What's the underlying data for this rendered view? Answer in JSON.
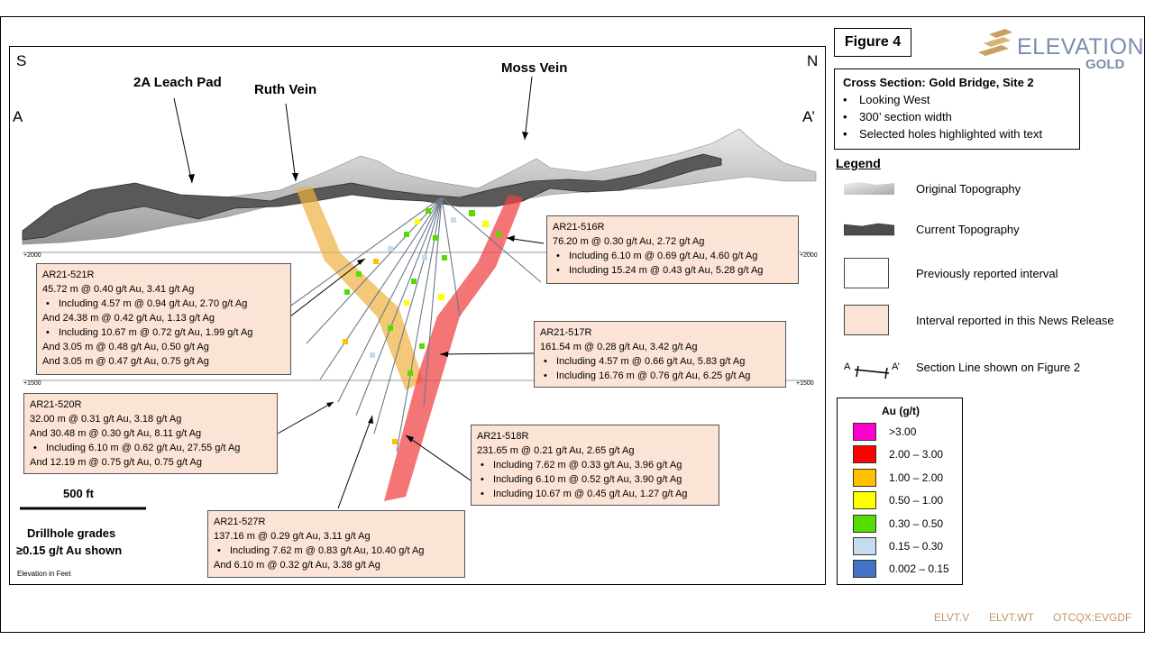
{
  "figure_label": "Figure 4",
  "brand": {
    "name": "ELEVATION",
    "sub": "GOLD"
  },
  "section_info": {
    "title": "Cross Section: Gold Bridge, Site 2",
    "bullets": [
      "Looking West",
      "300’ section width",
      "Selected holes highlighted with text"
    ]
  },
  "legend": {
    "title": "Legend",
    "items": [
      {
        "label": "Original Topography",
        "icon": "original-topography-swatch"
      },
      {
        "label": "Current Topography",
        "icon": "current-topography-swatch"
      },
      {
        "label": "Previously reported interval",
        "icon": "white-box-swatch"
      },
      {
        "label": "Interval reported in this News Release",
        "icon": "peach-box-swatch"
      },
      {
        "label": "Section Line shown on Figure 2",
        "icon": "section-line-symbol",
        "symbol_start": "A",
        "symbol_end": "A’"
      }
    ]
  },
  "au_legend": {
    "title": "Au (g/t)",
    "bins": [
      {
        "label": ">3.00",
        "color": "#ff00cc"
      },
      {
        "label": "2.00 – 3.00",
        "color": "#ff0000"
      },
      {
        "label": "1.00 – 2.00",
        "color": "#ffc000"
      },
      {
        "label": "0.50 – 1.00",
        "color": "#ffff00"
      },
      {
        "label": "0.30 – 0.50",
        "color": "#55dd00"
      },
      {
        "label": "0.15 – 0.30",
        "color": "#c5dcf0"
      },
      {
        "label": "0.002 – 0.15",
        "color": "#4472c4"
      }
    ]
  },
  "section": {
    "south": "S",
    "north": "N",
    "a_start": "A",
    "a_end": "A’",
    "features": [
      "2A Leach Pad",
      "Ruth Vein",
      "Moss Vein"
    ],
    "elevations": [
      "+2000",
      "+1500"
    ],
    "scale_label": "500 ft",
    "note_lines": [
      "Drillhole grades",
      "≥0.15 g/t Au shown"
    ],
    "elevation_note": "Elevation in Feet"
  },
  "holes": [
    {
      "id": "AR21-516R",
      "lines": [
        {
          "text": "76.20 m @ 0.30 g/t Au, 2.72 g/t Ag",
          "bullet": false
        },
        {
          "text": "Including 6.10 m @ 0.69 g/t Au, 4.60 g/t Ag",
          "bullet": true
        },
        {
          "text": "Including 15.24 m @ 0.43 g/t Au, 5.28 g/t Ag",
          "bullet": true
        }
      ]
    },
    {
      "id": "AR21-521R",
      "lines": [
        {
          "text": "45.72 m @ 0.40 g/t Au, 3.41 g/t Ag",
          "bullet": false
        },
        {
          "text": "Including 4.57 m @ 0.94 g/t Au, 2.70 g/t Ag",
          "bullet": true
        },
        {
          "text": "And 24.38 m @ 0.42 g/t Au, 1.13 g/t Ag",
          "bullet": false
        },
        {
          "text": "Including 10.67 m @ 0.72 g/t Au, 1.99 g/t Ag",
          "bullet": true
        },
        {
          "text": "And 3.05 m @ 0.48 g/t Au, 0.50 g/t Ag",
          "bullet": false
        },
        {
          "text": "And 3.05 m @ 0.47 g/t Au, 0.75 g/t Ag",
          "bullet": false
        }
      ]
    },
    {
      "id": "AR21-517R",
      "lines": [
        {
          "text": "161.54 m @ 0.28 g/t Au, 3.42 g/t Ag",
          "bullet": false
        },
        {
          "text": "Including 4.57 m @ 0.66 g/t Au, 5.83 g/t Ag",
          "bullet": true
        },
        {
          "text": "Including 16.76 m @ 0.76 g/t Au, 6.25 g/t Ag",
          "bullet": true
        }
      ]
    },
    {
      "id": "AR21-520R",
      "lines": [
        {
          "text": "32.00 m @ 0.31 g/t Au, 3.18 g/t Ag",
          "bullet": false
        },
        {
          "text": "And 30.48 m @ 0.30 g/t Au, 8.11 g/t Ag",
          "bullet": false
        },
        {
          "text": "Including 6.10 m @ 0.62 g/t Au, 27.55 g/t Ag",
          "bullet": true
        },
        {
          "text": "And 12.19 m @ 0.75 g/t Au, 0.75 g/t Ag",
          "bullet": false
        }
      ]
    },
    {
      "id": "AR21-518R",
      "lines": [
        {
          "text": "231.65 m @ 0.21 g/t Au, 2.65 g/t Ag",
          "bullet": false
        },
        {
          "text": "Including 7.62 m @ 0.33 g/t Au, 3.96 g/t Ag",
          "bullet": true
        },
        {
          "text": "Including 6.10 m @ 0.52 g/t Au, 3.90 g/t Ag",
          "bullet": true
        },
        {
          "text": "Including 10.67 m @ 0.45 g/t Au, 1.27 g/t Ag",
          "bullet": true
        }
      ]
    },
    {
      "id": "AR21-527R",
      "lines": [
        {
          "text": "137.16 m @ 0.29 g/t Au, 3.11 g/t Ag",
          "bullet": false
        },
        {
          "text": "Including 7.62 m @ 0.83 g/t Au, 10.40 g/t Ag",
          "bullet": true
        },
        {
          "text": "And 6.10 m @ 0.32 g/t Au, 3.38 g/t Ag",
          "bullet": false
        }
      ]
    }
  ],
  "tickers": [
    "ELVT.V",
    "ELVT.WT",
    "OTCQX:EVGDF"
  ]
}
